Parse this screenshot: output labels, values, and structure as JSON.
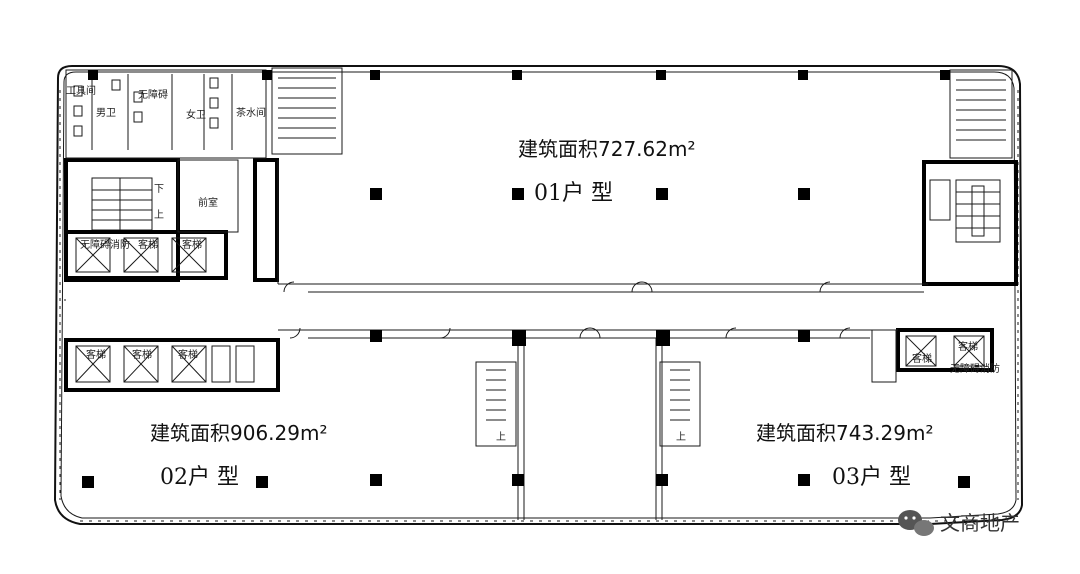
{
  "units": [
    {
      "area_prefix": "建筑面积",
      "area_value": "727.62",
      "area_unit": "m²",
      "name": "01户 型"
    },
    {
      "area_prefix": "建筑面积",
      "area_value": "906.29",
      "area_unit": "m²",
      "name": "02户 型"
    },
    {
      "area_prefix": "建筑面积",
      "area_value": "743.29",
      "area_unit": "m²",
      "name": "03户 型"
    }
  ],
  "rooms": {
    "tool_room": "工具间",
    "mens_wc": "男卫",
    "accessible_wc": "无障碍",
    "womens_wc": "女卫",
    "tea_room": "茶水间",
    "lobby": "前室",
    "stair_down": "下",
    "stair_up": "上",
    "elevator_passenger": "客梯",
    "elevator_fire": "无障碍消防",
    "elevator_sub": "客梯"
  },
  "watermark": "文商地产"
}
